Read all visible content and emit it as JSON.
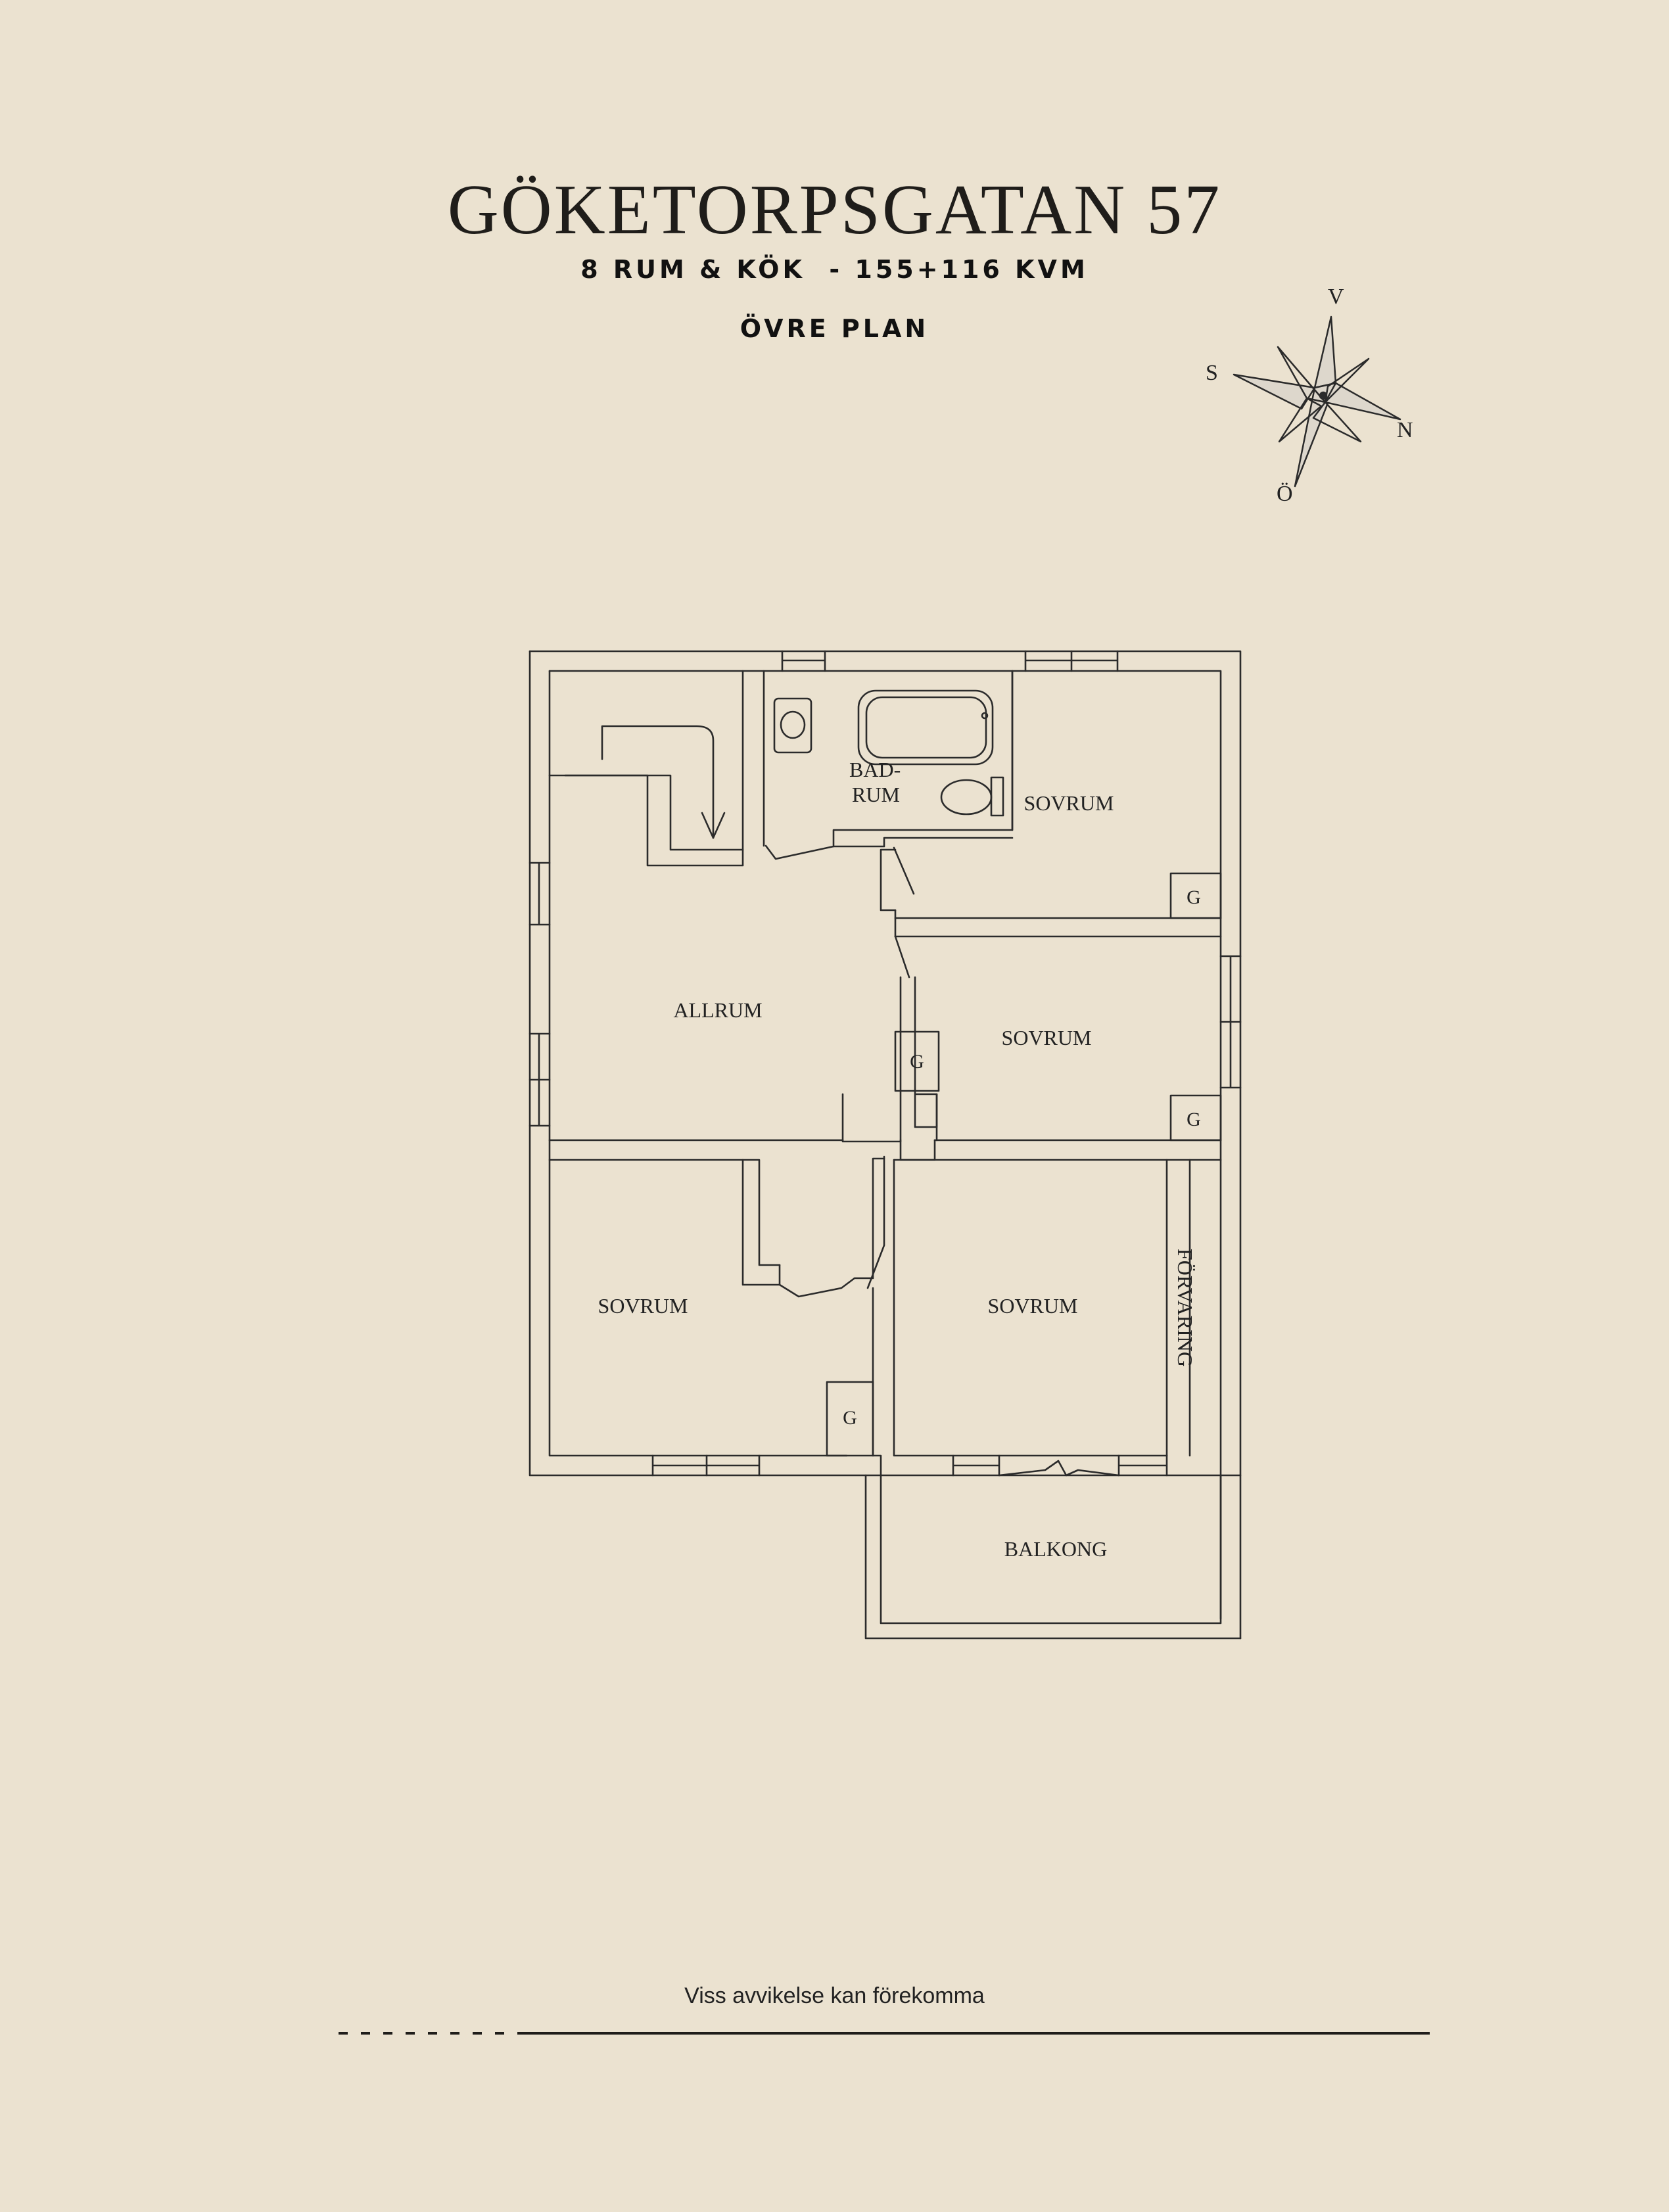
{
  "header": {
    "title": "GÖKETORPSGATAN 57",
    "subtitle": "8 RUM & KÖK  - 155+116 KVM",
    "level": "ÖVRE PLAN"
  },
  "compass": {
    "north": "N",
    "south": "S",
    "west": "V",
    "east": "Ö"
  },
  "rooms": {
    "bathroom_line1": "BAD-",
    "bathroom_line2": "RUM",
    "bedroom_top_right": "SOVRUM",
    "bedroom_middle_right": "SOVRUM",
    "family_room": "ALLRUM",
    "bedroom_bottom_left": "SOVRUM",
    "bedroom_bottom_right": "SOVRUM",
    "storage": "FÖRVARING",
    "balcony": "BALKONG",
    "wardrobe": "G"
  },
  "footer": {
    "disclaimer": "Viss avvikelse kan förekomma"
  },
  "colors": {
    "background": "#ebe2d0",
    "ink": "#222222"
  }
}
